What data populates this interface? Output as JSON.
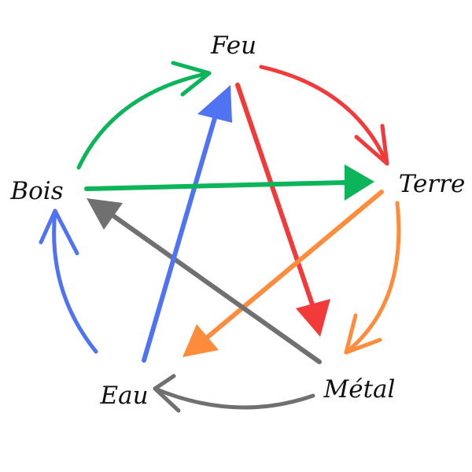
{
  "nodes": {
    "feu": "Feu",
    "terre": "Terre",
    "metal": "Métal",
    "eau": "Eau",
    "bois": "Bois"
  },
  "colors": {
    "red": "#f23a3a",
    "orange": "#ff8c3c",
    "gray": "#707070",
    "blue": "#4f73f2",
    "green": "#0cb45a"
  }
}
